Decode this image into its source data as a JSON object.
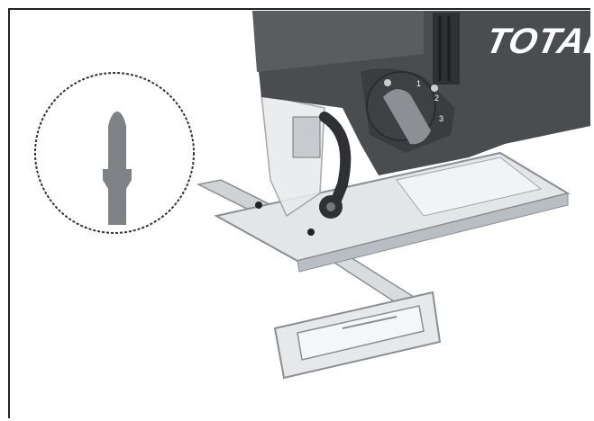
{
  "brand": {
    "text": "TOTAL"
  },
  "palette": {
    "housing": "#4a4d50",
    "housing_dark": "#2e3033",
    "metal": "#d9dcdf",
    "metal_edge": "#8a8f94",
    "blade": "#7e8286"
  },
  "icons": {
    "detail_callout": "blade-detail-callout",
    "jigsaw": "jigsaw-tool",
    "parallel_guide": "parallel-guide"
  }
}
